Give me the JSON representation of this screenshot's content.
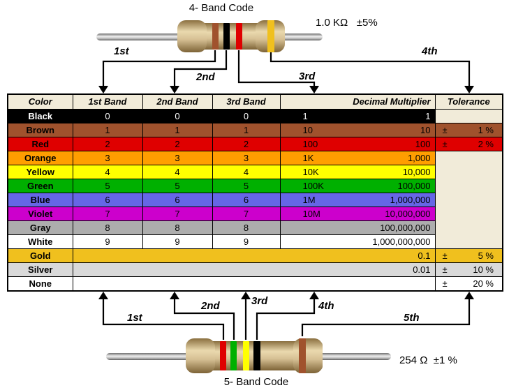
{
  "top": {
    "title": "4- Band Code",
    "value_label": "1.0 KΩ   ±5%",
    "band_labels": {
      "b1": "1st",
      "b2": "2nd",
      "b3": "3rd",
      "b4": "4th"
    },
    "bands": [
      "brown",
      "black",
      "red",
      "gold"
    ]
  },
  "bottom": {
    "title": "5- Band Code",
    "value_label": "254 Ω  ±1 %",
    "band_labels": {
      "b1": "1st",
      "b2": "2nd",
      "b3": "3rd",
      "b4": "4th",
      "b5": "5th"
    },
    "bands": [
      "red",
      "green",
      "yellow",
      "black",
      "brown"
    ]
  },
  "colors": {
    "black": "#000000",
    "brown": "#A0522D",
    "red": "#DF0000",
    "orange": "#FF9E00",
    "yellow": "#FFFF00",
    "green": "#00B000",
    "blue": "#6666E6",
    "violet": "#CC00CC",
    "gray": "#ADADAD",
    "white": "#FFFFFF",
    "gold": "#F0C01E",
    "silver": "#D9D9D9",
    "none": "#FFFFFF",
    "beige": "#F1EBD9"
  },
  "table": {
    "headers": [
      "Color",
      "1st Band",
      "2nd Band",
      "3rd Band",
      "Decimal Multiplier",
      "Tolerance"
    ],
    "rows": [
      {
        "name": "Black",
        "key": "black",
        "fg": "#FFFFFF",
        "digits": [
          "0",
          "0",
          "0"
        ],
        "mult_short": "1",
        "mult_full": "1",
        "tol": "empty"
      },
      {
        "name": "Brown",
        "key": "brown",
        "fg": "#000000",
        "digits": [
          "1",
          "1",
          "1"
        ],
        "mult_short": "10",
        "mult_full": "10",
        "tol": "own",
        "tol_sign": "±",
        "tol_value": "1 %"
      },
      {
        "name": "Red",
        "key": "red",
        "fg": "#000000",
        "digits": [
          "2",
          "2",
          "2"
        ],
        "mult_short": "100",
        "mult_full": "100",
        "tol": "own",
        "tol_sign": "±",
        "tol_value": "2 %"
      },
      {
        "name": "Orange",
        "key": "orange",
        "fg": "#000000",
        "digits": [
          "3",
          "3",
          "3"
        ],
        "mult_short": "1K",
        "mult_full": "1,000",
        "tol": "span7"
      },
      {
        "name": "Yellow",
        "key": "yellow",
        "fg": "#000000",
        "digits": [
          "4",
          "4",
          "4"
        ],
        "mult_short": "10K",
        "mult_full": "10,000",
        "tol": "skip"
      },
      {
        "name": "Green",
        "key": "green",
        "fg": "#000000",
        "digits": [
          "5",
          "5",
          "5"
        ],
        "mult_short": "100K",
        "mult_full": "100,000",
        "tol": "skip"
      },
      {
        "name": "Blue",
        "key": "blue",
        "fg": "#000000",
        "digits": [
          "6",
          "6",
          "6"
        ],
        "mult_short": "1M",
        "mult_full": "1,000,000",
        "tol": "skip"
      },
      {
        "name": "Violet",
        "key": "violet",
        "fg": "#000000",
        "digits": [
          "7",
          "7",
          "7"
        ],
        "mult_short": "10M",
        "mult_full": "10,000,000",
        "tol": "skip"
      },
      {
        "name": "Gray",
        "key": "gray",
        "fg": "#000000",
        "digits": [
          "8",
          "8",
          "8"
        ],
        "mult_short": "",
        "mult_full": "100,000,000",
        "tol": "skip"
      },
      {
        "name": "White",
        "key": "white",
        "fg": "#000000",
        "digits": [
          "9",
          "9",
          "9"
        ],
        "mult_short": "",
        "mult_full": "1,000,000,000",
        "tol": "skip"
      },
      {
        "name": "Gold",
        "key": "gold",
        "fg": "#000000",
        "merged": true,
        "mult_full": "0.1",
        "tol": "own",
        "tol_sign": "±",
        "tol_value": "5 %"
      },
      {
        "name": "Silver",
        "key": "silver",
        "fg": "#000000",
        "merged": true,
        "mult_full": "0.01",
        "tol": "own",
        "tol_sign": "±",
        "tol_value": "10 %"
      },
      {
        "name": "None",
        "key": "none",
        "fg": "#000000",
        "merged": true,
        "mult_full": "",
        "tol": "own",
        "tol_sign": "±",
        "tol_value": "20 %"
      }
    ]
  }
}
